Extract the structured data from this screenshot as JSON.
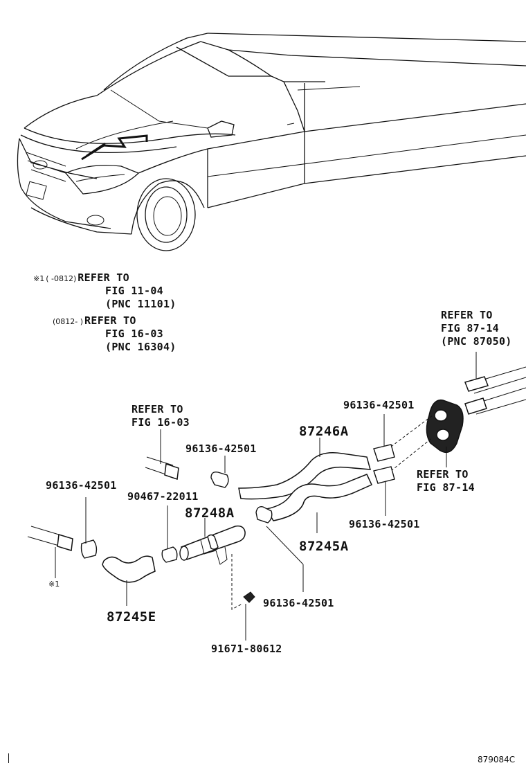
{
  "figure_code": "879084C",
  "notes": {
    "note1_mark": "※1",
    "note1_range": "( -0812)",
    "note1_lines": [
      "REFER TO",
      "FIG 11-04",
      "(PNC 11101)"
    ],
    "note2_range": "(0812- )",
    "note2_lines": [
      "REFER TO",
      "FIG 16-03",
      "(PNC 16304)"
    ]
  },
  "refer_fig87_14_pnc": [
    "REFER TO",
    "FIG 87-14",
    "(PNC 87050)"
  ],
  "refer_fig16_03": [
    "REFER TO",
    "FIG 16-03"
  ],
  "refer_fig87_14": [
    "REFER TO",
    "FIG 87-14"
  ],
  "parts": {
    "clamp_a": "96136-42501",
    "clamp_b": "96136-42501",
    "clamp_c": "96136-42501",
    "clamp_d": "96136-42501",
    "clamp_e": "96136-42501",
    "clip": "90467-22011",
    "hose_upper": "87246A",
    "hose_lower": "87245A",
    "pipe": "87248A",
    "hose_left": "87245E",
    "bolt": "91671-80612"
  },
  "marks": {
    "ref1": "※1"
  }
}
